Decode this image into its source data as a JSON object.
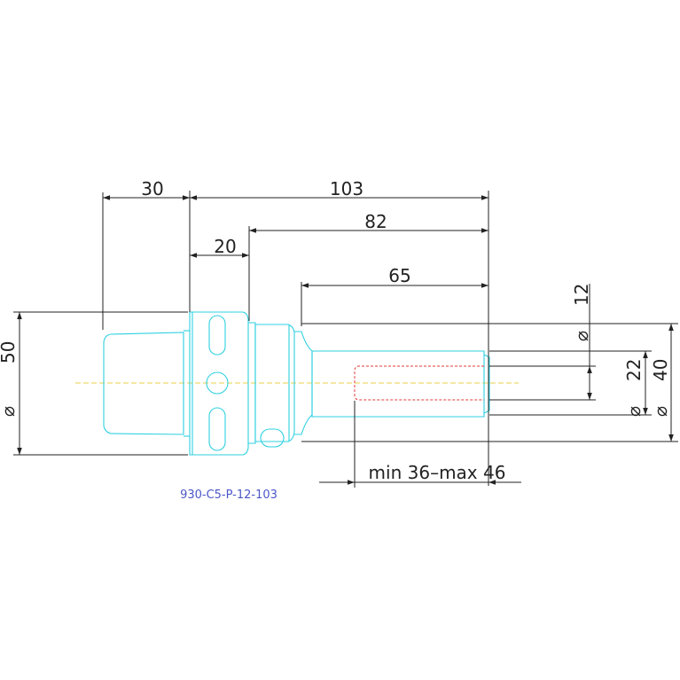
{
  "dimensions": {
    "d30": "30",
    "d103": "103",
    "d82": "82",
    "d20": "20",
    "d65": "65",
    "dia50": "50",
    "dia12": "12",
    "dia22": "22",
    "dia40": "40",
    "diameter_symbol": "⌀",
    "insertion_range": "min 36–max 46"
  },
  "part_number": "930-C5-P-12-103",
  "colors": {
    "outline": "#2fd0e0",
    "dimension": "#222222",
    "centerline": "#e8d24a",
    "hidden_bore": "#e03a3a",
    "part_label": "#4b57c8"
  }
}
